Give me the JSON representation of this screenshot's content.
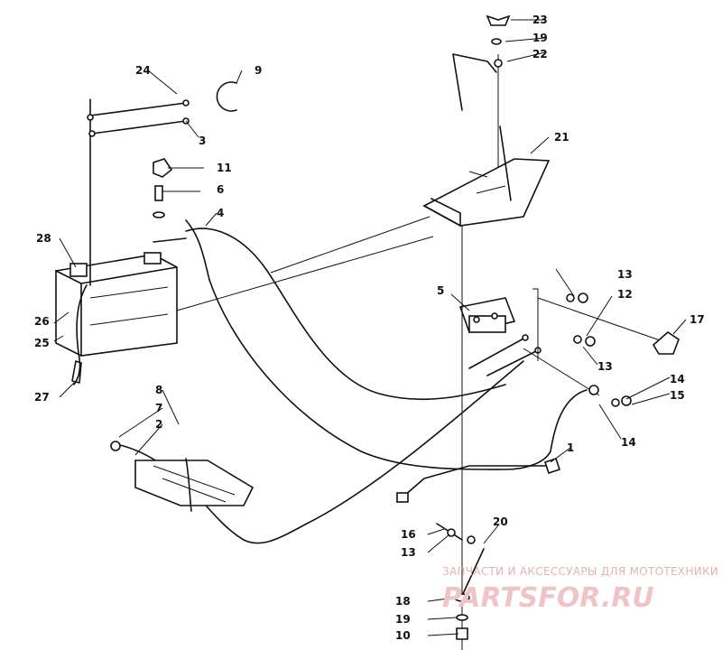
{
  "callouts": {
    "c1": "1",
    "c2": "2",
    "c3": "3",
    "c4": "4",
    "c5": "5",
    "c6": "6",
    "c7": "7",
    "c8": "8",
    "c9": "9",
    "c10": "10",
    "c11": "11",
    "c12": "12",
    "c13a": "13",
    "c13b": "13",
    "c13c": "13",
    "c14a": "14",
    "c14b": "14",
    "c15": "15",
    "c16": "16",
    "c17": "17",
    "c18": "18",
    "c19a": "19",
    "c19b": "19",
    "c20": "20",
    "c21": "21",
    "c22": "22",
    "c23": "23",
    "c24": "24",
    "c25": "25",
    "c26": "26",
    "c27": "27",
    "c28": "28"
  },
  "watermark": {
    "tagline": "ЗАПЧАСТИ И АКСЕССУАРЫ ДЛЯ МОТОТЕХНИКИ",
    "logo": "PARTSFOR.RU"
  },
  "colors": {
    "ink": "#111111",
    "watermark": "#e3b3b6",
    "background": "#ffffff"
  }
}
